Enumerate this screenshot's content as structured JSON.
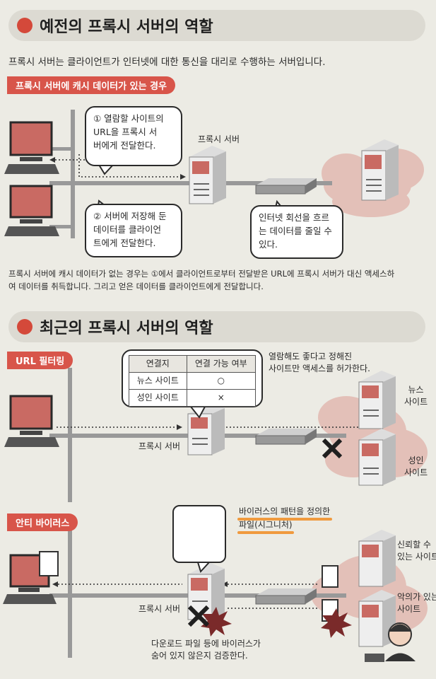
{
  "section1": {
    "title": "예전의 프록시 서버의 역할",
    "intro": "프록시 서버는 클라이언트가 인터넷에 대한 통신을 대리로 수행하는 서버입니다.",
    "tag": "프록시 서버에 캐시 데이터가 있는 경우",
    "bubble1": [
      "① 열람할 사이트의",
      "URL을 프록시 서",
      "버에게 전달한다."
    ],
    "bubble2": [
      "② 서버에 저장해 둔",
      "데이터를 클라이언",
      "트에게 전달한다."
    ],
    "bubble3": [
      "인터넷 회선을 흐르",
      "는 데이터를 줄일 수",
      "있다."
    ],
    "proxy_label": "프록시 서버",
    "note": [
      "프록시 서버에 캐시 데이터가 없는 경우는 ①에서 클라이언트로부터 전달받은 URL에 프록시 서버가 대신 액세스하",
      "여 데이터를 취득합니다. 그리고 얻은 데이터를 클라이언트에게 전달합니다."
    ]
  },
  "section2": {
    "title": "최근의 프록시 서버의 역할",
    "url_tag": "URL 필터링",
    "table": {
      "headers": [
        "연결지",
        "연결 가능 여부"
      ],
      "rows": [
        [
          "뉴스 사이트",
          "○"
        ],
        [
          "성인 사이트",
          "×"
        ]
      ]
    },
    "filter_note": [
      "열람해도 좋다고 정해진",
      "사이트만 액세스를 허가한다."
    ],
    "news_site": [
      "뉴스",
      "사이트"
    ],
    "adult_site": [
      "성인",
      "사이트"
    ],
    "proxy_label": "프록시 서버",
    "av_tag": "안티 바이러스",
    "signature_note": [
      "바이러스의 패턴을 정의한",
      "파일(시그니처)"
    ],
    "trusted_site": [
      "신뢰할 수",
      "있는 사이트"
    ],
    "malicious_site": [
      "악의가 있는",
      "사이트"
    ],
    "av_proxy_label": "프록시 서버",
    "scan_note": [
      "다운로드 파일 등에 바이러스가",
      "숨어 있지 않은지 검증한다."
    ]
  },
  "colors": {
    "accent": "#d4493a",
    "tag": "#d8554a",
    "monitor": "#c96a63",
    "cloud": "#e3c0b8",
    "highlight": "#f09a3e"
  }
}
